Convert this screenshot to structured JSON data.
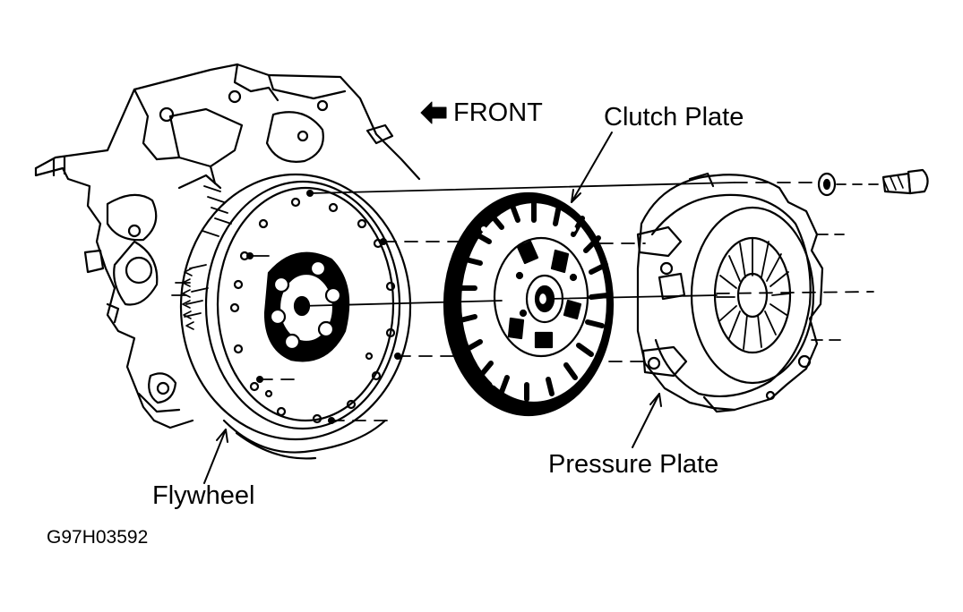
{
  "labels": {
    "front": "FRONT",
    "clutch_plate": "Clutch Plate",
    "pressure_plate": "Pressure Plate",
    "flywheel": "Flywheel",
    "figure_code": "G97H03592"
  },
  "colors": {
    "ink": "#000000",
    "paper": "#ffffff"
  },
  "icons": {
    "front_arrow": "arrow-left-icon"
  }
}
